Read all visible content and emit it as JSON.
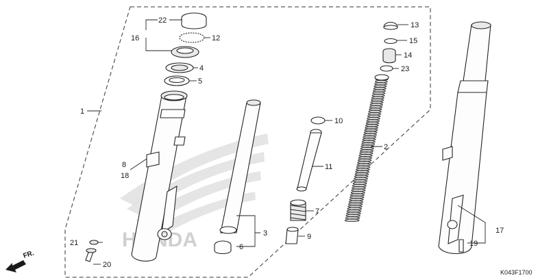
{
  "diagram": {
    "drawing_code": "K043F1700",
    "direction_label": "FR.",
    "brand_watermark": "HONDA",
    "callouts": [
      {
        "id": "c1",
        "label": "1"
      },
      {
        "id": "c2",
        "label": "2"
      },
      {
        "id": "c3",
        "label": "3"
      },
      {
        "id": "c4",
        "label": "4"
      },
      {
        "id": "c5",
        "label": "5"
      },
      {
        "id": "c6",
        "label": "6"
      },
      {
        "id": "c7",
        "label": "7"
      },
      {
        "id": "c8",
        "label": "8"
      },
      {
        "id": "c9",
        "label": "9"
      },
      {
        "id": "c10",
        "label": "10"
      },
      {
        "id": "c11",
        "label": "11"
      },
      {
        "id": "c12",
        "label": "12"
      },
      {
        "id": "c13",
        "label": "13"
      },
      {
        "id": "c14",
        "label": "14"
      },
      {
        "id": "c15",
        "label": "15"
      },
      {
        "id": "c16",
        "label": "16"
      },
      {
        "id": "c17",
        "label": "17"
      },
      {
        "id": "c18",
        "label": "18"
      },
      {
        "id": "c19",
        "label": "19"
      },
      {
        "id": "c20",
        "label": "20"
      },
      {
        "id": "c21",
        "label": "21"
      },
      {
        "id": "c22",
        "label": "22"
      },
      {
        "id": "c23",
        "label": "23"
      }
    ]
  }
}
